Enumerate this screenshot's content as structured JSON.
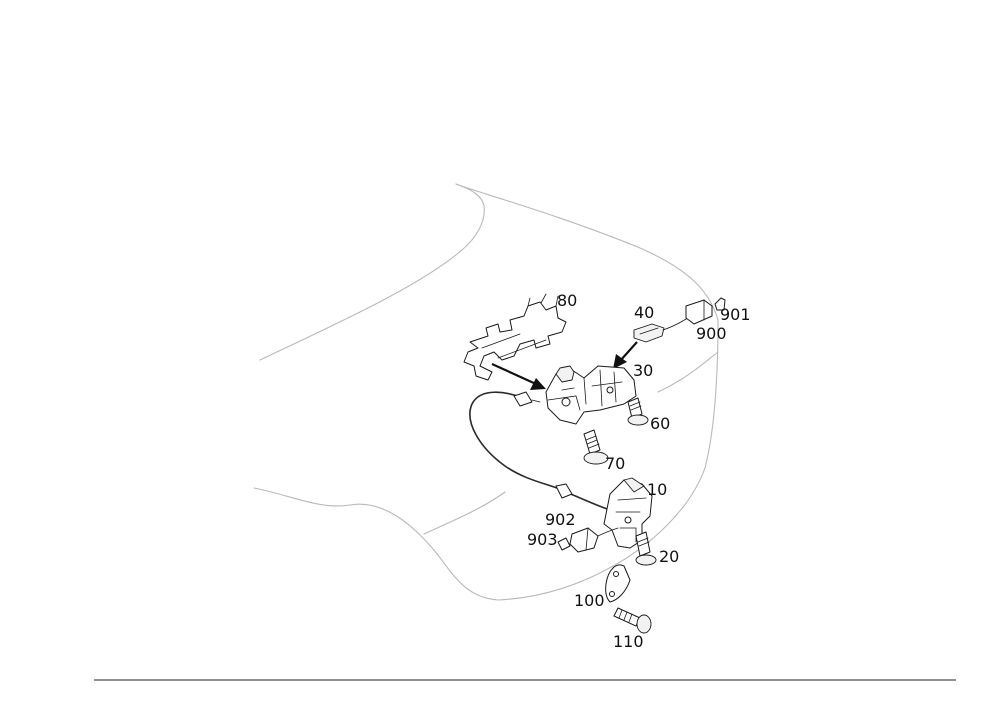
{
  "callouts": {
    "c10": "10",
    "c20": "20",
    "c30": "30",
    "c40": "40",
    "c60": "60",
    "c70": "70",
    "c80": "80",
    "c100": "100",
    "c110": "110",
    "c900": "900",
    "c901": "901",
    "c902": "902",
    "c903": "903"
  }
}
